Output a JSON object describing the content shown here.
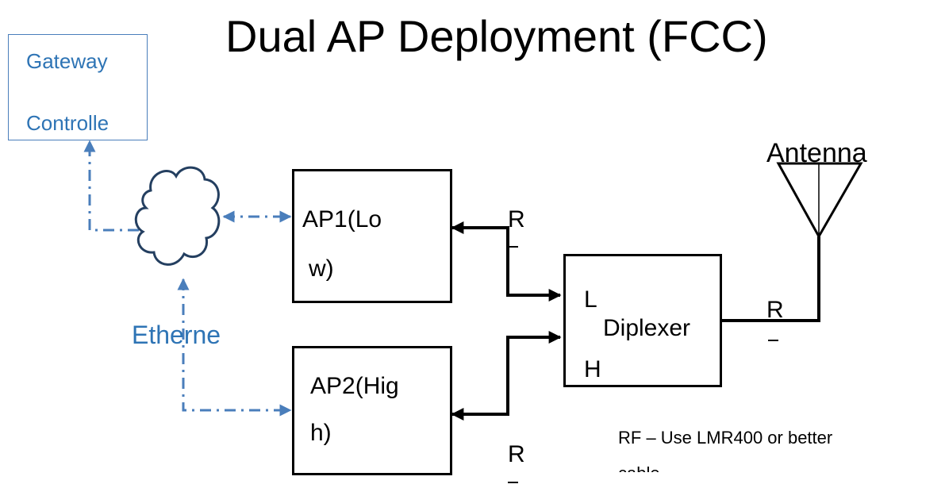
{
  "title": "Dual AP Deployment (FCC)",
  "gateway": {
    "line1": "Gateway",
    "line2": "Controlle"
  },
  "ap1": {
    "line1": "AP1(Lo",
    "line2": "w)"
  },
  "ap2": {
    "line1": "AP2(Hig",
    "line2": "h)"
  },
  "diplexer": {
    "label": "Diplexer",
    "port_low": "L",
    "port_high": "H"
  },
  "antenna_label": "Antenna",
  "ethernet_label": "Etherne",
  "rf_labels": {
    "ap1_link": "R",
    "antenna_link": "R",
    "ap2_link": "R"
  },
  "note": {
    "line1": "RF – Use LMR400 or better",
    "line2": "cable"
  },
  "colors": {
    "ethernet_link": "#4a7ebb",
    "rf_link": "#000000",
    "cloud_outline": "#243f60",
    "label_blue": "#2e74b5"
  }
}
